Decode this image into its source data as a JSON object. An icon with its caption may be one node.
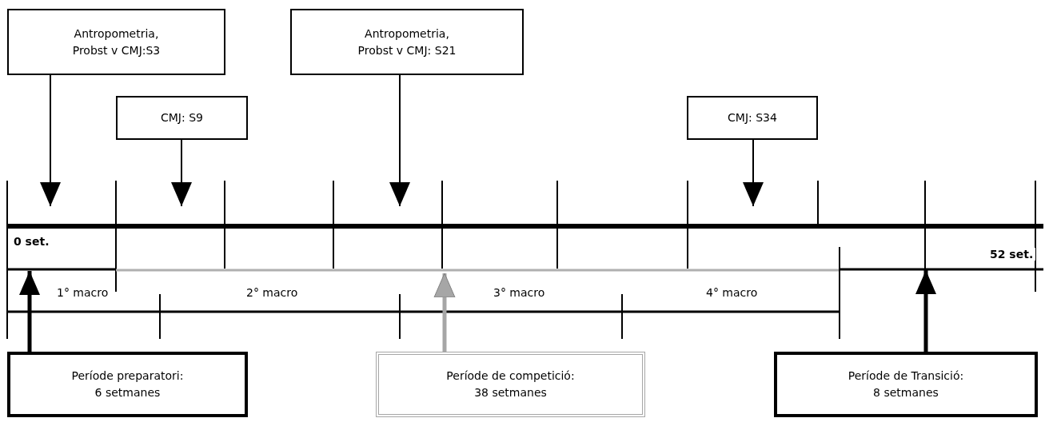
{
  "diagram": {
    "nodes": [
      {
        "text": [
          "Antropometria,",
          "Probst v CMJ:S3"
        ]
      },
      {
        "text": [
          "Antropometria,",
          "Probst v CMJ: S21"
        ]
      },
      {
        "text": [
          "CMJ: S9"
        ]
      },
      {
        "text": [
          "CMJ: S34"
        ]
      },
      {
        "text": [
          "Període preparatori:",
          "6 setmanes"
        ]
      },
      {
        "text": [
          "Període de competició:",
          "38 setmanes"
        ]
      },
      {
        "text": [
          "Període de Transició:",
          "8 setmanes"
        ]
      }
    ],
    "edges": [
      {
        "from": 0,
        "to": null,
        "arrow": "to"
      },
      {
        "from": 1,
        "to": null,
        "arrow": "to"
      },
      {
        "from": 2,
        "to": null,
        "arrow": "to"
      },
      {
        "from": 3,
        "to": null,
        "arrow": "to"
      },
      {
        "from": 4,
        "to": null,
        "arrow": "to",
        "style": "thick"
      },
      {
        "from": 5,
        "to": null,
        "arrow": "to",
        "style": "thick",
        "color": "#a6a6a6"
      },
      {
        "from": 6,
        "to": null,
        "arrow": "to",
        "style": "thick"
      }
    ],
    "labels": [
      "0 set.",
      "52 set.",
      "1° macro",
      "2° macro",
      "3° macro",
      "4° macro"
    ]
  }
}
